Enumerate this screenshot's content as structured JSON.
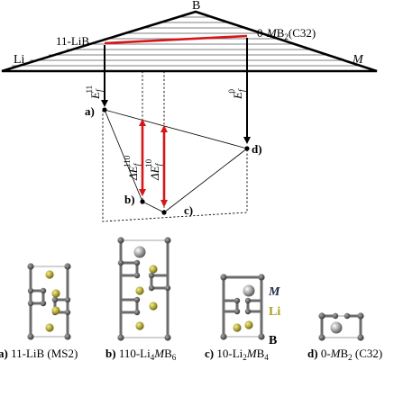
{
  "triangle": {
    "vertex_top": "B",
    "vertex_left": "Li",
    "vertex_right": "M",
    "phase_left": "11-LiB",
    "phase_right_prefix": "0-",
    "phase_right_italic": "M",
    "phase_right_suffix": "B",
    "phase_right_sub": "2",
    "phase_right_tag": "(C32)"
  },
  "energies": {
    "ef_left": "E",
    "ef_left_sub": "f",
    "ef_left_sup": "11",
    "ef_right": "E",
    "ef_right_sub": "f",
    "ef_right_sup": "0",
    "def_110": "ΔE",
    "def_110_sub": "f",
    "def_110_sup": "110",
    "def_10": "ΔE",
    "def_10_sub": "f",
    "def_10_sup": "10"
  },
  "points": {
    "a": "a)",
    "b": "b)",
    "c": "c)",
    "d": "d)"
  },
  "legend": {
    "m": "M",
    "li": "Li",
    "b": "B"
  },
  "captions": {
    "a_tag": "a)",
    "a_text": " 11-LiB (MS2)",
    "b_tag": "b)",
    "b_pre": " 110-Li",
    "b_sub1": "4",
    "b_m": "M",
    "b_b": "B",
    "b_sub2": "6",
    "c_tag": "c)",
    "c_pre": " 10-Li",
    "c_sub1": "2",
    "c_m": "M",
    "c_b": "B",
    "c_sub2": "4",
    "d_tag": "d)",
    "d_pre": " 0-",
    "d_m": "M",
    "d_b": "B",
    "d_sub": "2",
    "d_tag2": " (C32)"
  },
  "colors": {
    "highlight_red": "#d6161b",
    "boron_atom": "#555555",
    "lithium_atom": "#b5ad3c",
    "metal_atom": "#9c9c9c"
  }
}
